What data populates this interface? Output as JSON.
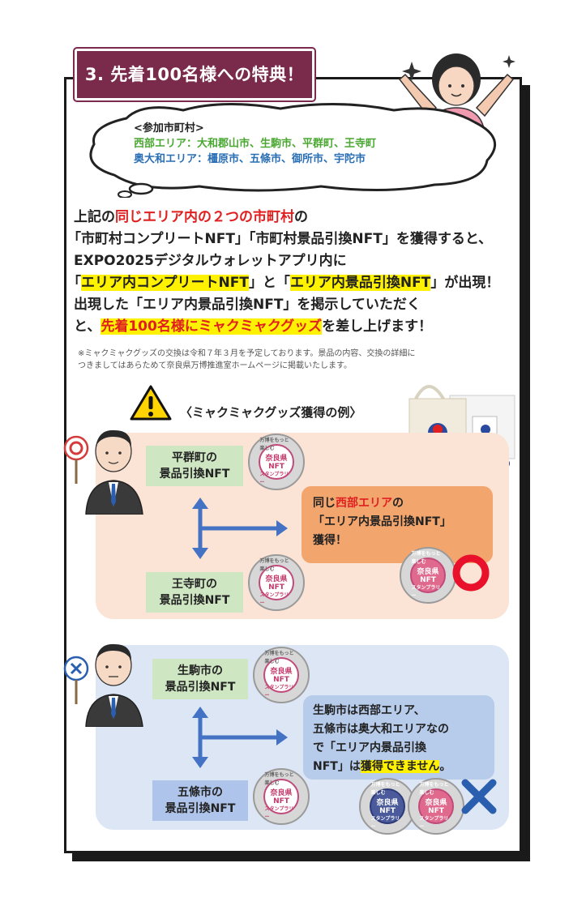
{
  "section_title": "3. 先着100名様への特典！",
  "cloud": {
    "heading": "<参加市町村>",
    "west_label": "西部エリア：",
    "west_list": "大和郡山市、生駒市、平群町、王寺町",
    "east_label": "奥大和エリア：",
    "east_list": "橿原市、五條市、御所市、宇陀市"
  },
  "main": {
    "l1_a": "上記の",
    "l1_red": "同じエリア内の２つの市町村",
    "l1_b": "の",
    "l2": "「市町村コンプリートNFT」「市町村景品引換NFT」を獲得すると、",
    "l3": "EXPO2025デジタルウォレットアプリ内に",
    "l4_a": "「",
    "l4_hl1": "エリア内コンプリートNFT",
    "l4_b": "」と「",
    "l4_hl2": "エリア内景品引換NFT",
    "l4_c": "」が出現！",
    "l5": "出現した「エリア内景品引換NFT」を掲示していただく",
    "l6_a": "と、",
    "l6_hl": "先着100名様にミャクミャクグッズ",
    "l6_b": "を差し上げます！"
  },
  "note": {
    "line1": "※ミャクミャクグッズの交換は令和７年３月を予定しております。景品の内容、交換の詳細に",
    "line2": "つきましてはあらためて奈良県万博推進室ホームページに掲載いたします。"
  },
  "example_caption": "〈ミャクミャクグッズ獲得の例〉",
  "ok_example": {
    "label1_line1": "平群町の",
    "label1_line2": "景品引換NFT",
    "label2_line1": "王寺町の",
    "label2_line2": "景品引換NFT",
    "result_a": "同じ",
    "result_red": "西部エリア",
    "result_b": "の",
    "result_line2": "「エリア内景品引換NFT」",
    "result_line3": "獲得！"
  },
  "ng_example": {
    "label1_line1": "生駒市の",
    "label1_line2": "景品引換NFT",
    "label2_line1": "五條市の",
    "label2_line2": "景品引換NFT",
    "result_line1": "生駒市は西部エリア、",
    "result_line2": "五條市は奥大和エリアなの",
    "result_line3": "で「エリア内景品引換",
    "result_line4a": "NFT」は",
    "result_line4hl": "獲得できません",
    "result_line4b": "。"
  },
  "coin": {
    "top": "万博をもっと楽しむ",
    "line1": "奈良県",
    "line2": "NFT",
    "line3": "スタンプラリー"
  },
  "colors": {
    "title_bg": "#7a2a4a",
    "highlight": "#fff200",
    "red_text": "#e02020",
    "west_green": "#4aa832",
    "east_blue": "#2a6fb5",
    "ok_panel": "#fbe4d5",
    "ng_panel": "#dce6f5",
    "arrow_blue": "#4472c4",
    "ok_mark": "#e8102a",
    "ng_mark": "#2a5fb0"
  }
}
